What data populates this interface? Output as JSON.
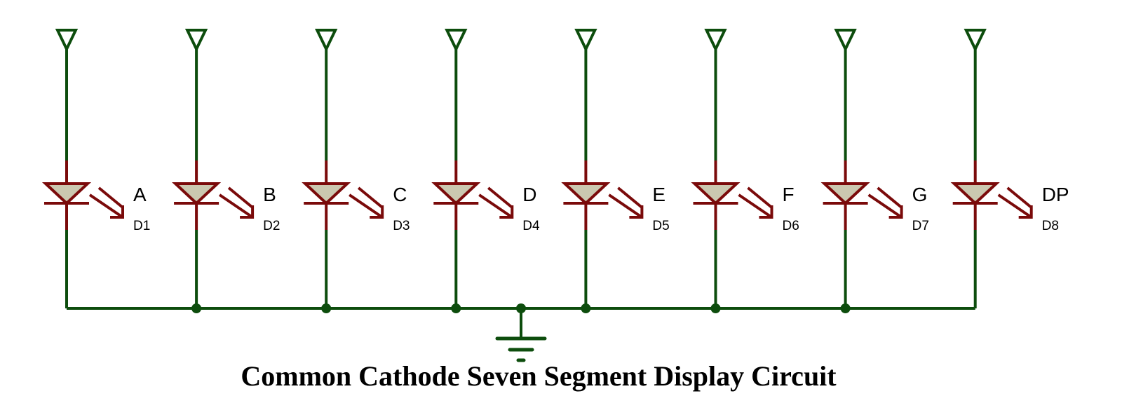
{
  "title": "Common Cathode Seven Segment Display Circuit",
  "colors": {
    "wire": "#0d4d0d",
    "component": "#7a0a0a",
    "led_fill": "#cbc8b0"
  },
  "leds": [
    {
      "segment": "A",
      "ref": "D1"
    },
    {
      "segment": "B",
      "ref": "D2"
    },
    {
      "segment": "C",
      "ref": "D3"
    },
    {
      "segment": "D",
      "ref": "D4"
    },
    {
      "segment": "E",
      "ref": "D5"
    },
    {
      "segment": "F",
      "ref": "D6"
    },
    {
      "segment": "G",
      "ref": "D7"
    },
    {
      "segment": "DP",
      "ref": "D8"
    }
  ]
}
